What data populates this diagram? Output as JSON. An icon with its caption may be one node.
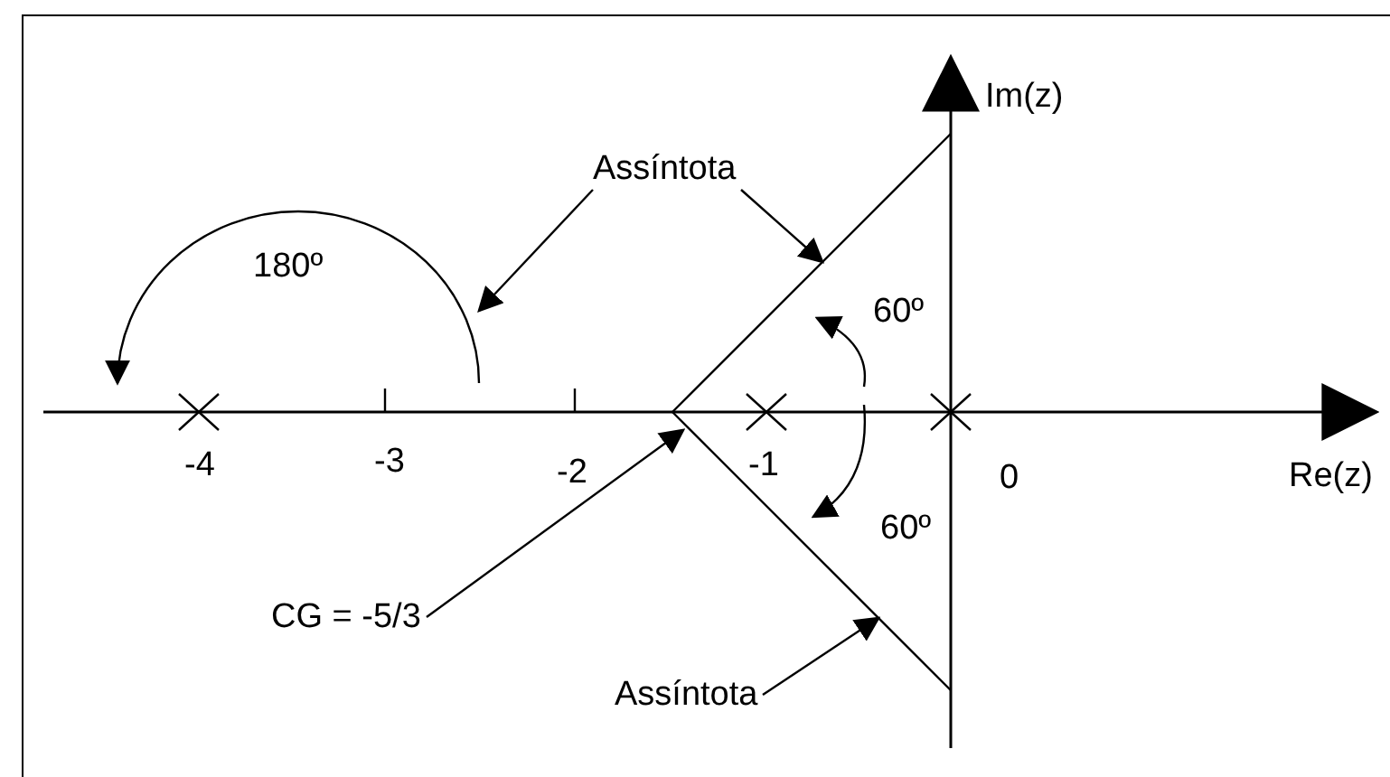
{
  "diagram": {
    "nodes": [
      {
        "text": [
          "Assíntota"
        ]
      },
      {
        "text": [
          "Assíntota"
        ]
      },
      {
        "text": [
          "CG = -5/3"
        ]
      }
    ],
    "edges": [
      {
        "from": 0,
        "to": null,
        "arrow": "to"
      },
      {
        "from": 0,
        "to": null,
        "arrow": "to"
      },
      {
        "from": 1,
        "to": null,
        "arrow": "to"
      },
      {
        "from": 2,
        "to": null,
        "arrow": "to"
      }
    ],
    "labels": [
      "Im(z)",
      "180º",
      "60º",
      "-4",
      "-3",
      "-2",
      "-1",
      "0",
      "Re(z)",
      "60º"
    ]
  }
}
